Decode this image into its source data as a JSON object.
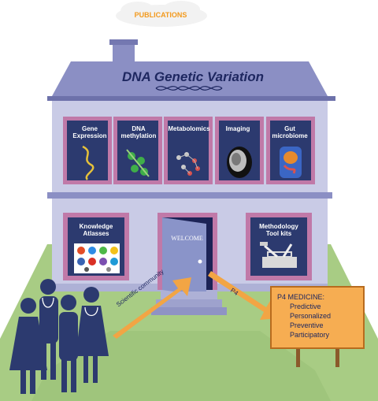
{
  "publications_label": "PUBLICATIONS",
  "title": "DNA Genetic Variation",
  "top_windows": [
    {
      "label": "Gene Expression",
      "icon": "dna-helix-icon"
    },
    {
      "label": "DNA methylation",
      "icon": "methylated-dna-icon"
    },
    {
      "label": "Metabolomics",
      "icon": "molecule-icon"
    },
    {
      "label": "Imaging",
      "icon": "brain-scan-icon"
    },
    {
      "label": "Gut microbiome",
      "icon": "gut-icon"
    }
  ],
  "bottom_windows": [
    {
      "label": "Knowledge Atlasses",
      "icon": "browser-logos-icon"
    },
    {
      "label": "Methodology Tool kits",
      "icon": "toolbox-icon"
    }
  ],
  "door_sign": "WELCOME",
  "arrow_community": "Scientific community",
  "arrow_p4": "P4",
  "sign": {
    "heading": "P4 MEDICINE:",
    "items": [
      "Predictive",
      "Personalized",
      "Preventive",
      "Participatory"
    ]
  },
  "colors": {
    "wall": "#c9cbe6",
    "roof": "#8b8fc4",
    "frame": "#c079a8",
    "window": "#2c3a6f",
    "grass": "#a8cc84",
    "arrow": "#f2a544",
    "sign": "#f6ad52",
    "people": "#2c3a6f",
    "title": "#1e2760"
  }
}
